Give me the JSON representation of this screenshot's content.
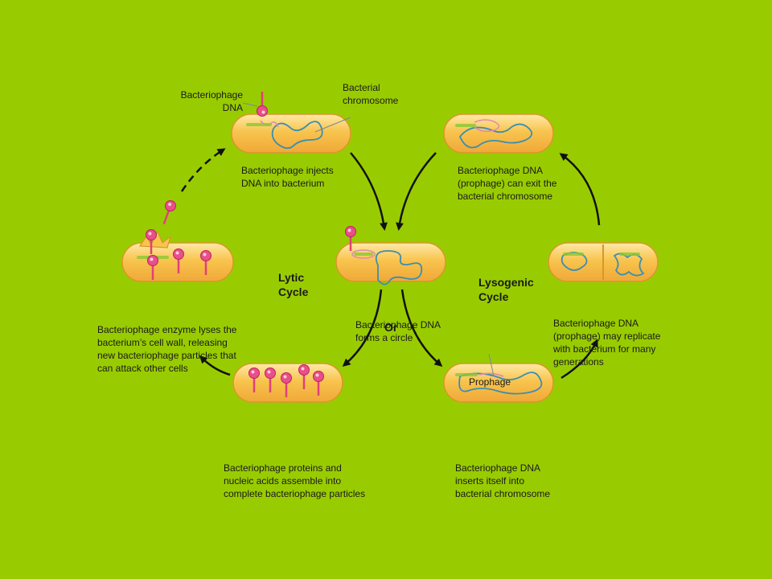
{
  "labels": {
    "bacteriophage_dna": "Bacteriophage\nDNA",
    "bacterial_chromosome": "Bacterial\nchromosome",
    "injects": "Bacteriophage injects\nDNA into bacterium",
    "prophage_exit": "Bacteriophage DNA\n(prophage) can exit the\nbacterial chromosome",
    "lytic_cycle": "Lytic\nCycle",
    "lysogenic_cycle": "Lysogenic\nCycle",
    "forms_circle": "Bacteriophage DNA\nforms a circle",
    "or": "Or",
    "lyses": "Bacteriophage enzyme lyses the\nbacterium’s cell wall, releasing\nnew bacteriophage particles that\ncan attack other cells",
    "prophage_replicate": "Bacteriophage DNA\n(prophage) may replicate\nwith bacterium for many\ngenerations",
    "prophage": "Prophage",
    "assemble": "Bacteriophage proteins and\nnucleic acids assemble into\ncomplete bacteriophage particles",
    "inserts": "Bacteriophage DNA\ninserts itself into\nbacterial chromosome"
  },
  "colors": {
    "background": "#99cc00",
    "cell_fill": "#f6c24a",
    "cell_stroke": "#d9962a",
    "cell_highlight": "#ffe7a0",
    "chromosome": "#3a8fb0",
    "phage_dna": "#e08bb0",
    "phage": "#e0407a",
    "arrow": "#111111"
  }
}
